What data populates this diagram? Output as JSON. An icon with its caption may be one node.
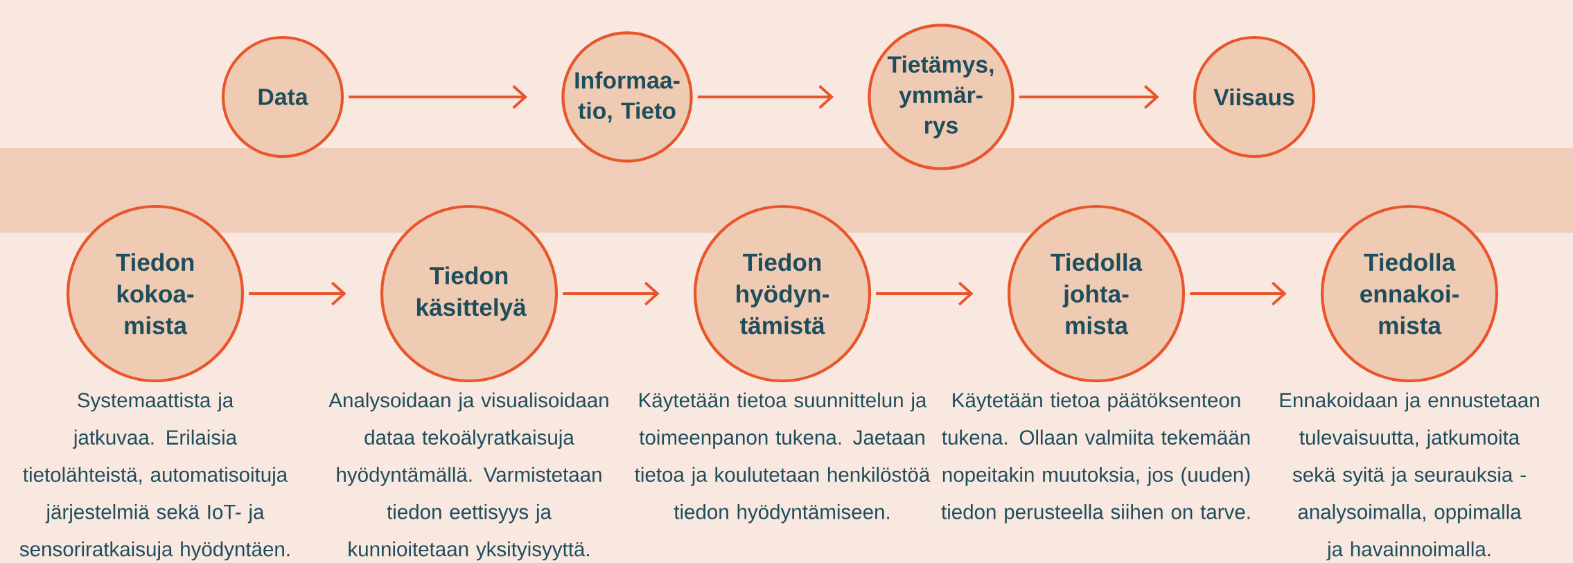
{
  "diagram": {
    "nodes": [
      {
        "text": [
          "Data"
        ]
      },
      {
        "text": [
          "Informaa-tio, Tieto"
        ]
      },
      {
        "text": [
          "Tietämys, ymmär-rys"
        ]
      },
      {
        "text": [
          "Viisaus"
        ]
      },
      {
        "text": [
          "Tiedon kokoa-mista"
        ],
        "beside": [
          "Systemaattista ja jatkuvaa. Erilaisia tietolähteistä, automatisoituja järjestelmiä sekä IoT- ja sensoriratkaisuja hyödyntäen."
        ]
      },
      {
        "text": [
          "Tiedon käsittelyä"
        ],
        "beside": [
          "Analysoidaan ja visualisoidaan dataa tekoälyratkaisuja hyödyntämällä. Varmistetaan tiedon eettisyys ja kunnioitetaan yksityisyyttä."
        ]
      },
      {
        "text": [
          "Tiedon hyödyn-tämistä"
        ],
        "beside": [
          "Käytetään tietoa suunnittelun ja toimeenpanon tukena. Jaetaan tietoa ja koulutetaan henkilöstöä tiedon hyödyntämiseen."
        ]
      },
      {
        "text": [
          "Tiedolla johta-mista"
        ],
        "beside": [
          "Käytetään tietoa päätöksenteon tukena. Ollaan valmiita tekemään nopeitakin muutoksia, jos (uuden) tiedon perusteella siihen on tarve."
        ]
      },
      {
        "text": [
          "Tiedolla ennakoi-mista"
        ],
        "beside": [
          "Ennakoidaan ja ennustetaan tulevaisuutta, jatkumoita sekä syitä ja seurauksia - analysoimalla, oppimalla ja havainnoimalla."
        ]
      }
    ],
    "edges": [
      {
        "from": 0,
        "to": 1,
        "arrow": "to"
      },
      {
        "from": 1,
        "to": 2,
        "arrow": "to"
      },
      {
        "from": 2,
        "to": 3,
        "arrow": "to"
      },
      {
        "from": 4,
        "to": 5,
        "arrow": "to"
      },
      {
        "from": 5,
        "to": 6,
        "arrow": "to"
      },
      {
        "from": 6,
        "to": 7,
        "arrow": "to"
      },
      {
        "from": 7,
        "to": 8,
        "arrow": "to"
      }
    ]
  }
}
